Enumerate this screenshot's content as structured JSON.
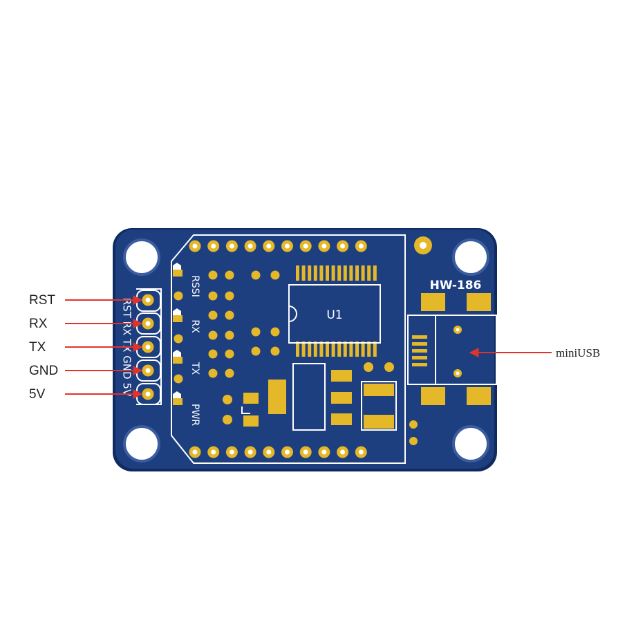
{
  "pin_labels": [
    "RST",
    "RX",
    "TX",
    "GND",
    "5V"
  ],
  "usb_label": "miniUSB",
  "board": {
    "model": "HW-186",
    "chip_label": "U1",
    "header_silk": [
      "RST",
      "RX",
      "TX",
      "GND",
      "5V"
    ],
    "led_labels": [
      "RSSI",
      "RX",
      "TX",
      "PWR"
    ]
  },
  "colors": {
    "board": "#1d3f80",
    "board_edge": "#0f2a60",
    "pad": "#e5b82a",
    "silkscreen": "#ffffff",
    "arrow": "#e0342a"
  }
}
